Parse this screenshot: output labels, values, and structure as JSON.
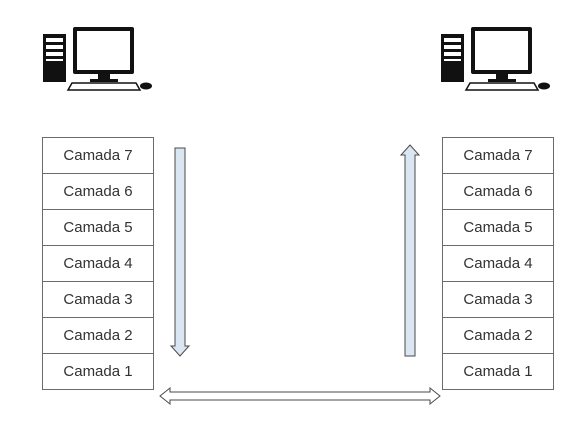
{
  "left_stack": {
    "layers": [
      "Camada 7",
      "Camada 6",
      "Camada 5",
      "Camada 4",
      "Camada 3",
      "Camada 2",
      "Camada 1"
    ]
  },
  "right_stack": {
    "layers": [
      "Camada 7",
      "Camada 6",
      "Camada 5",
      "Camada 4",
      "Camada 3",
      "Camada 2",
      "Camada 1"
    ]
  },
  "icons": {
    "left_computer": "desktop-computer-icon",
    "right_computer": "desktop-computer-icon"
  },
  "colors": {
    "arrow_fill": "#dae6f2",
    "arrow_stroke": "#4a4a4a",
    "box_border": "#6b6b6b"
  }
}
